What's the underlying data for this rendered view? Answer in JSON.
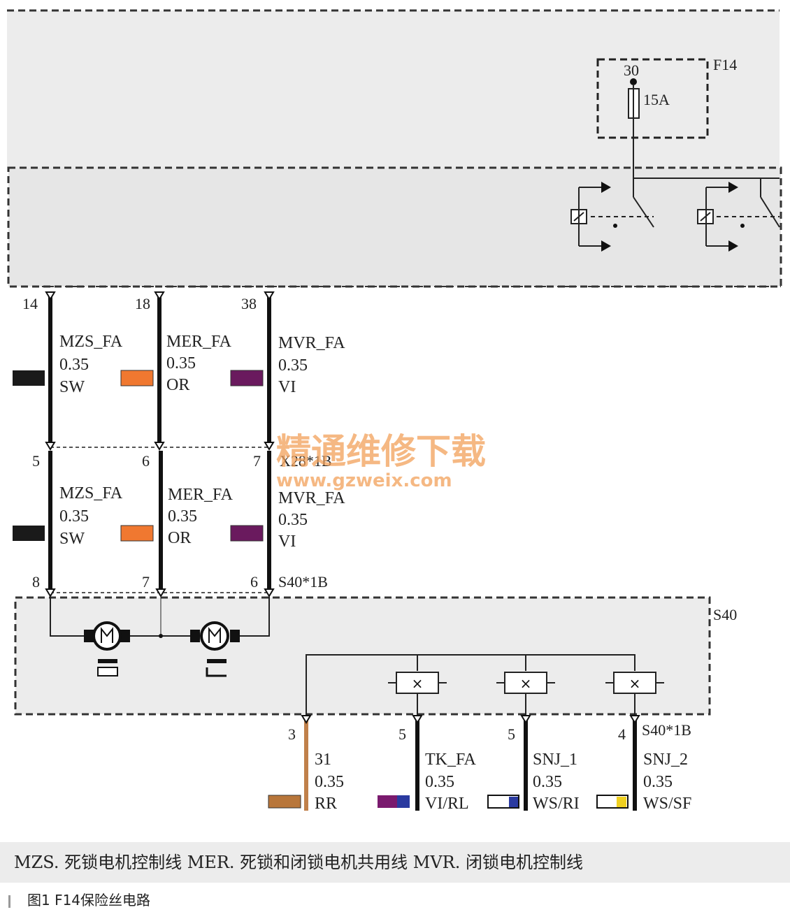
{
  "fuse": {
    "name": "F14",
    "pin": "30",
    "rating": "15A"
  },
  "top_pins": [
    "14",
    "18",
    "38"
  ],
  "upper_wires": [
    {
      "signal": "MZS_FA",
      "size": "0.35",
      "color_code": "SW",
      "color": "#1a1a1a"
    },
    {
      "signal": "MER_FA",
      "size": "0.35",
      "color_code": "OR",
      "color": "#f07830"
    },
    {
      "signal": "MVR_FA",
      "size": "0.35",
      "color_code": "VI",
      "color": "#6a1a5e"
    }
  ],
  "mid_pins": [
    "5",
    "6",
    "7"
  ],
  "connector_x28": "X28*1B",
  "lower_wires": [
    {
      "signal": "MZS_FA",
      "size": "0.35",
      "color_code": "SW",
      "color": "#1a1a1a"
    },
    {
      "signal": "MER_FA",
      "size": "0.35",
      "color_code": "OR",
      "color": "#f07830"
    },
    {
      "signal": "MVR_FA",
      "size": "0.35",
      "color_code": "VI",
      "color": "#6a1a5e"
    }
  ],
  "bottom_pins": [
    "8",
    "7",
    "6"
  ],
  "connector_s40": "S40*1B",
  "s40_module": "S40",
  "s40_pins": [
    "3",
    "5",
    "5",
    "4"
  ],
  "s40_connector_label": "S40*1B",
  "s40_wires": [
    {
      "signal": "31",
      "size": "0.35",
      "color_code": "RR",
      "swatch": [
        "#b8763a"
      ]
    },
    {
      "signal": "TK_FA",
      "size": "0.35",
      "color_code": "VI/RL",
      "swatch": [
        "#7a1a6e",
        "#2a3aa0"
      ]
    },
    {
      "signal": "SNJ_1",
      "size": "0.35",
      "color_code": "WS/RI",
      "swatch": [
        "#ffffff",
        "#2a3aa0"
      ]
    },
    {
      "signal": "SNJ_2",
      "size": "0.35",
      "color_code": "WS/SF",
      "swatch": [
        "#ffffff",
        "#f0d020"
      ]
    }
  ],
  "watermark": {
    "line1": "精通维修下载",
    "line2": "www.gzweix.com"
  },
  "legend": "MZS. 死锁电机控制线  MER. 死锁和闭锁电机共用线  MVR. 闭锁电机控制线",
  "caption": "图1  F14保险丝电路"
}
